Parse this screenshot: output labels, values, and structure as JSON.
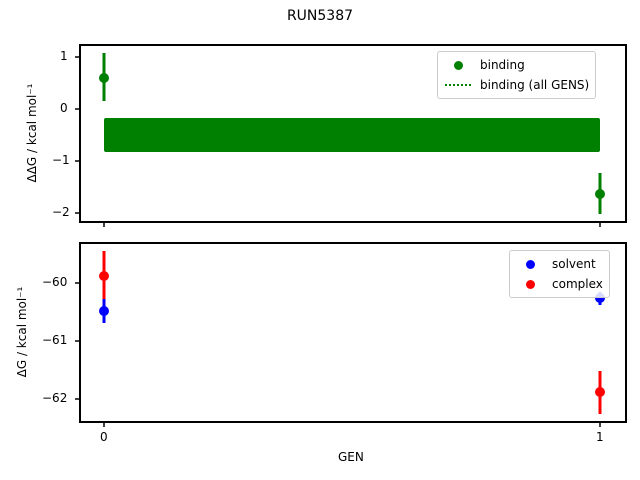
{
  "figure": {
    "title": "RUN5387"
  },
  "top_panel": {
    "ylabel": "ΔΔG / kcal mol⁻¹",
    "yticks": [
      "1",
      "0",
      "−1",
      "−2"
    ],
    "legend": [
      {
        "label": "binding",
        "marker": "dot",
        "color": "#008000"
      },
      {
        "label": "binding (all GENS)",
        "marker": "dotted-line",
        "color": "#008000"
      }
    ]
  },
  "bottom_panel": {
    "ylabel": "ΔG / kcal mol⁻¹",
    "yticks": [
      "−60",
      "−61",
      "−62"
    ],
    "xticks": [
      "0",
      "1"
    ],
    "xlabel": "GEN",
    "legend": [
      {
        "label": "solvent",
        "marker": "dot",
        "color": "#0000ff"
      },
      {
        "label": "complex",
        "marker": "dot",
        "color": "#ff0000"
      }
    ]
  },
  "chart_data": [
    {
      "type": "scatter",
      "title": "RUN5387",
      "xlabel": "",
      "ylabel": "ΔΔG / kcal mol⁻¹",
      "x": [
        0,
        1
      ],
      "ylim": [
        -2.2,
        1.25
      ],
      "series": [
        {
          "name": "binding",
          "color": "#008000",
          "values": [
            0.6,
            -1.63
          ],
          "errors": [
            0.46,
            0.4
          ]
        },
        {
          "name": "binding (all GENS)",
          "color": "#008000",
          "style": "band",
          "mean": -0.5,
          "error": 0.33,
          "x_range": [
            0,
            1
          ]
        }
      ],
      "legend_position": "upper right"
    },
    {
      "type": "scatter",
      "xlabel": "GEN",
      "ylabel": "ΔG / kcal mol⁻¹",
      "x": [
        0,
        1
      ],
      "ylim": [
        -62.4,
        -59.3
      ],
      "series": [
        {
          "name": "solvent",
          "color": "#0000ff",
          "values": [
            -60.48,
            -60.26
          ],
          "errors": [
            0.2,
            0.1
          ]
        },
        {
          "name": "complex",
          "color": "#ff0000",
          "values": [
            -59.88,
            -61.88
          ],
          "errors": [
            0.43,
            0.38
          ]
        }
      ],
      "legend_position": "upper right"
    }
  ]
}
